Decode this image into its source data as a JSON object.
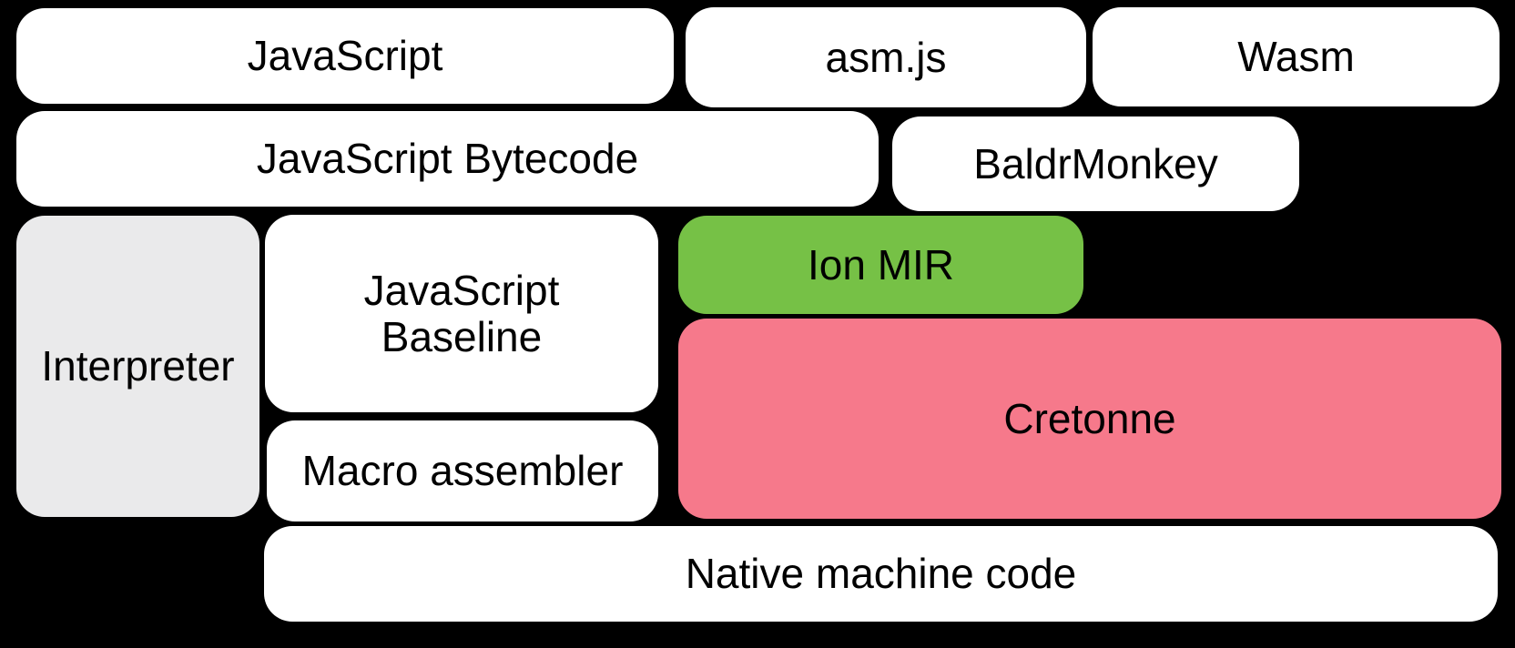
{
  "diagram": {
    "background": "#000000",
    "colors": {
      "box_default": "#ffffff",
      "interpreter_gray": "#eaeaeb",
      "ion_mir_green": "#76c146",
      "cretonne_pink": "#f6798b",
      "text": "#000000"
    },
    "nodes": {
      "javascript": {
        "label": "JavaScript"
      },
      "asmjs": {
        "label": "asm.js"
      },
      "wasm": {
        "label": "Wasm"
      },
      "bytecode": {
        "label": "JavaScript Bytecode"
      },
      "baldrmonkey": {
        "label": "BaldrMonkey"
      },
      "interpreter": {
        "label": "Interpreter"
      },
      "baseline": {
        "label": "JavaScript Baseline",
        "line1": "JavaScript",
        "line2": "Baseline"
      },
      "ion_mir": {
        "label": "Ion MIR"
      },
      "cretonne": {
        "label": "Cretonne"
      },
      "macro_assembler": {
        "label": "Macro assembler"
      },
      "native": {
        "label": "Native machine code"
      }
    }
  }
}
